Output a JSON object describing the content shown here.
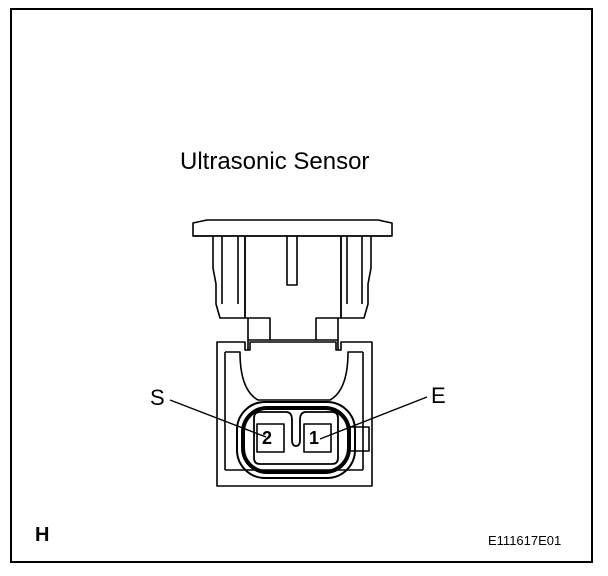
{
  "title": "Ultrasonic Sensor",
  "connector": {
    "terminals": [
      {
        "pin": "2",
        "label": "S"
      },
      {
        "pin": "1",
        "label": "E"
      }
    ]
  },
  "corner_label": "H",
  "figure_id": "E111617E01",
  "colors": {
    "line": "#000000",
    "background": "#ffffff"
  }
}
